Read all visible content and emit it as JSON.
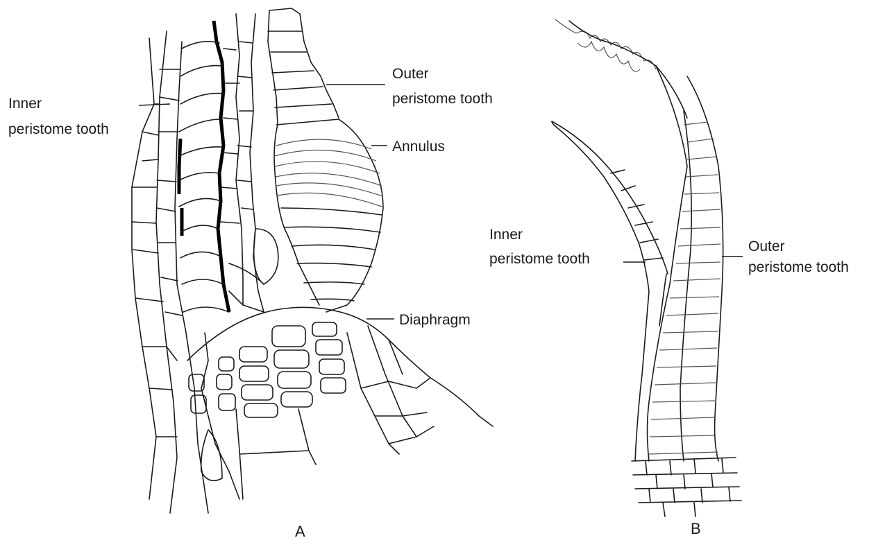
{
  "figure_a": {
    "caption": "A",
    "labels": {
      "inner_tooth": [
        "Inner",
        "peristome tooth"
      ],
      "outer_tooth": [
        "Outer",
        "peristome tooth"
      ],
      "annulus": "Annulus",
      "diaphragm": "Diaphragm"
    }
  },
  "figure_b": {
    "caption": "B",
    "labels": {
      "inner_tooth": [
        "Inner",
        "peristome tooth"
      ],
      "outer_tooth": [
        "Outer",
        "peristome tooth"
      ]
    }
  }
}
